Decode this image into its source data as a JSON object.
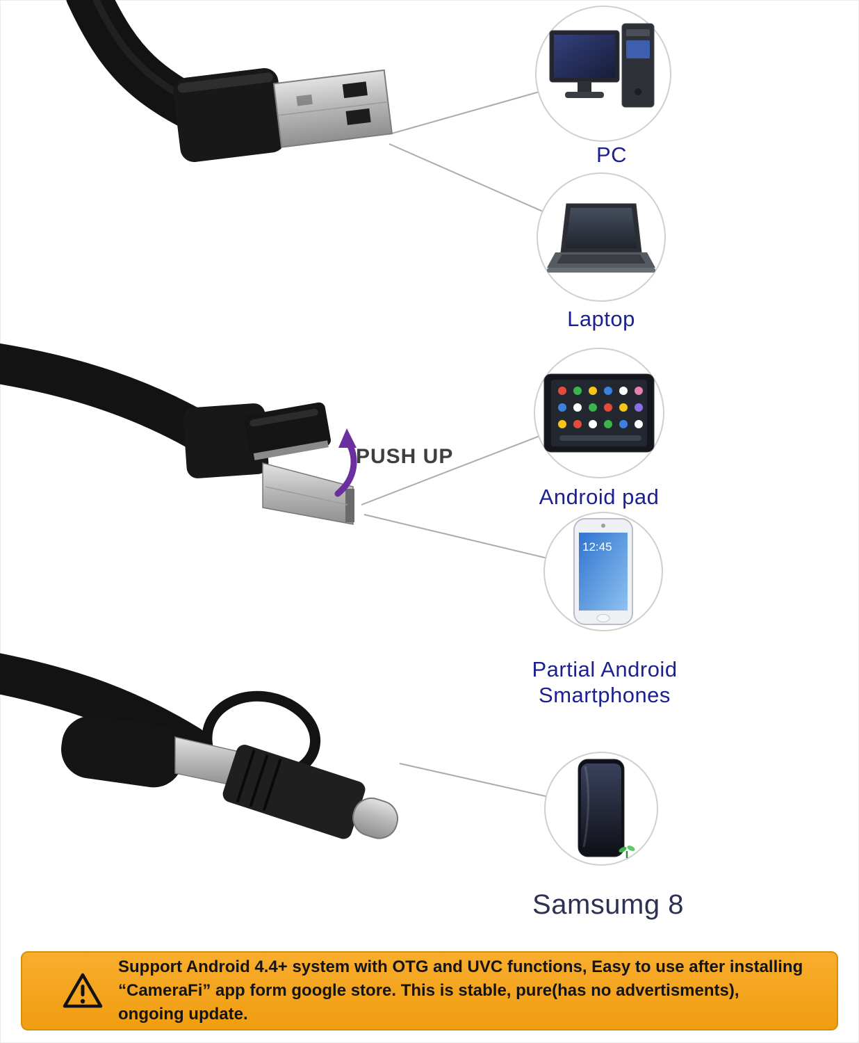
{
  "page": {
    "background": "#ffffff"
  },
  "annotations": {
    "push_up": "PUSH UP"
  },
  "devices": {
    "pc": {
      "label": "PC"
    },
    "laptop": {
      "label": "Laptop"
    },
    "android_pad": {
      "label": "Android pad"
    },
    "partial_android": {
      "label_line1": "Partial Android",
      "label_line2": "Smartphones",
      "screen_time": "12:45"
    },
    "samsung8": {
      "label": "Samsumg 8"
    }
  },
  "banner": {
    "lines": [
      "Support Android 4.4+ system with OTG and UVC functions, Easy to use after installing",
      "“CameraFi” app form google store. This is stable, pure(has no advertisments),",
      "ongoing update."
    ],
    "warning_icon": "warning-triangle"
  },
  "colors": {
    "device_label": "#1d2090",
    "samsung_label": "#2e3152",
    "push_up_text": "#3f3f3f",
    "arrow_purple": "#6b2fa0",
    "banner_background": "#f5a41f",
    "banner_border": "#d88f06",
    "connector_line": "#ababab",
    "circle_border": "#cfcfcf"
  }
}
